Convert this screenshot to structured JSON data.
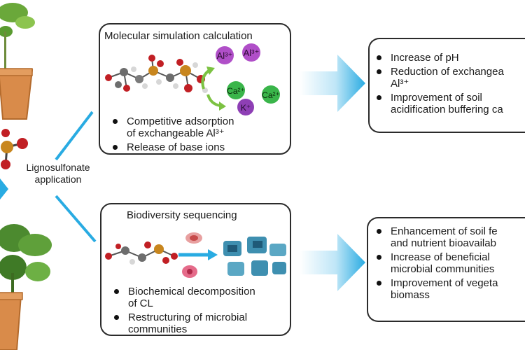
{
  "center": {
    "label_line1": "Lignosulfonate",
    "label_line2": "application"
  },
  "top_box": {
    "title": "Molecular simulation calculation",
    "bullets": [
      {
        "line1": "Competitive adsorption",
        "line2": "of exchangeable Al³⁺"
      },
      {
        "line1": "Release of base ions",
        "line2": ""
      }
    ],
    "ions": [
      "Al³⁺",
      "Al³⁺",
      "Ca²⁺",
      "Ca²⁺",
      "K⁺"
    ]
  },
  "bottom_box": {
    "title": "Biodiversity sequencing",
    "bullets": [
      {
        "line1": "Biochemical decomposition",
        "line2": "of CL"
      },
      {
        "line1": "Restructuring of microbial",
        "line2": "communities"
      }
    ]
  },
  "top_result": {
    "items": [
      {
        "line1": "Increase of pH",
        "line2": ""
      },
      {
        "line1": "Reduction of exchangea",
        "line2": "Al³⁺"
      },
      {
        "line1": "Improvement of soil",
        "line2": "acidification buffering ca"
      }
    ]
  },
  "bottom_result": {
    "items": [
      {
        "line1": "Enhancement of soil fe",
        "line2": "and nutrient bioavailab"
      },
      {
        "line1": "Increase of beneficial",
        "line2": "microbial communities"
      },
      {
        "line1": "Improvement of vegeta",
        "line2": "biomass"
      }
    ]
  },
  "colors": {
    "arrow_blue": "#29abe2",
    "arrow_light": "#d7f0fb",
    "ion_purple": "#b04fc8",
    "ion_green": "#3ab54a",
    "ion_k": "#8e3fb5",
    "leaf_green": "#4c8a2f",
    "pot": "#d98b4a"
  }
}
